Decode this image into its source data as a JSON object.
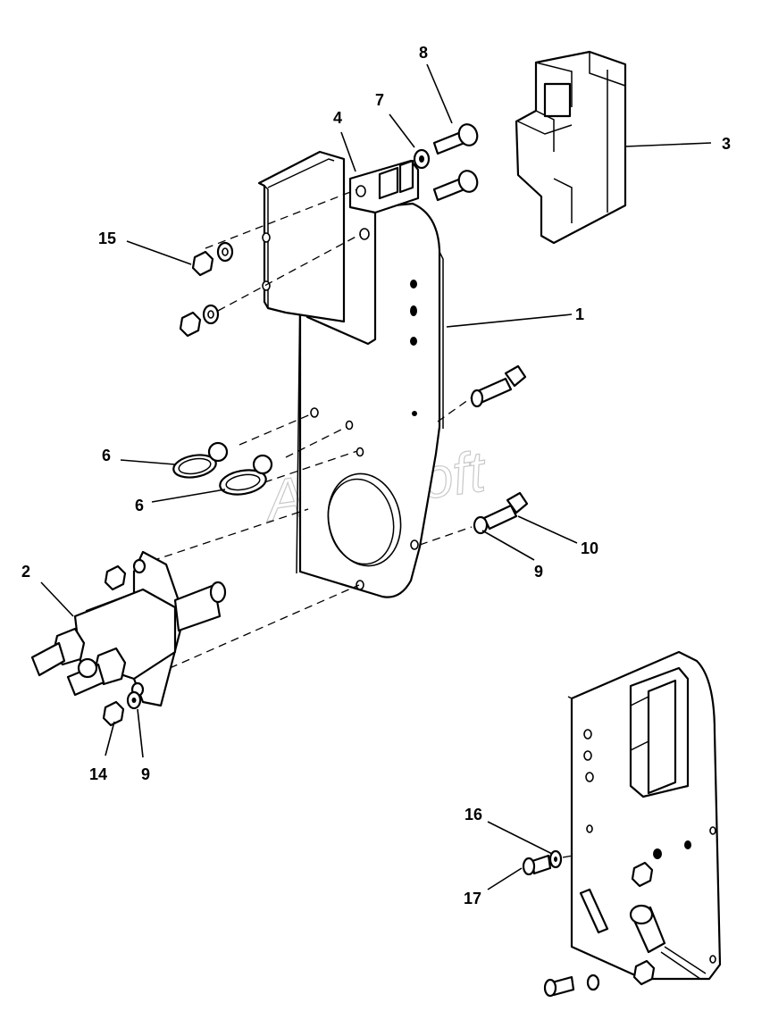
{
  "watermark": "AutoSoft",
  "callouts": [
    {
      "id": "c1",
      "label": "1"
    },
    {
      "id": "c2",
      "label": "2"
    },
    {
      "id": "c3",
      "label": "3"
    },
    {
      "id": "c4",
      "label": "4"
    },
    {
      "id": "c6a",
      "label": "6"
    },
    {
      "id": "c6b",
      "label": "6"
    },
    {
      "id": "c7",
      "label": "7"
    },
    {
      "id": "c8",
      "label": "8"
    },
    {
      "id": "c9a",
      "label": "9"
    },
    {
      "id": "c9b",
      "label": "9"
    },
    {
      "id": "c10",
      "label": "10"
    },
    {
      "id": "c14",
      "label": "14"
    },
    {
      "id": "c15",
      "label": "15"
    },
    {
      "id": "c16",
      "label": "16"
    },
    {
      "id": "c17",
      "label": "17"
    }
  ]
}
